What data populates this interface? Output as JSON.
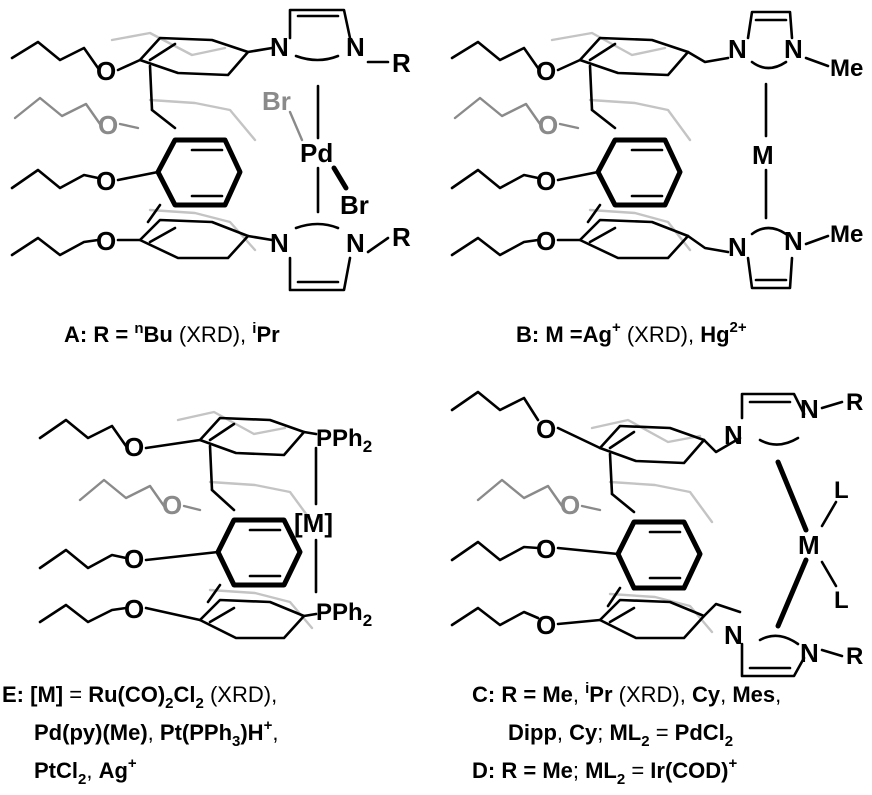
{
  "atoms": {
    "O": "O",
    "N": "N",
    "R": "R",
    "Me": "Me",
    "Br": "Br",
    "Pd": "Pd",
    "M": "M",
    "L": "L",
    "PPh": "PPh",
    "sub2": "2",
    "Mbracket": "[M]"
  },
  "captions": {
    "A": {
      "label": "A:",
      "R_eq": "R = ",
      "n_sup": "n",
      "Bu": "Bu",
      "xrd": " (XRD), ",
      "i_sup": "i",
      "Pr": "Pr"
    },
    "B": {
      "label": "B:",
      "M_eq": "M =",
      "Ag": "Ag",
      "Ag_charge": "+",
      "xrd": " (XRD), ",
      "Hg": "Hg",
      "Hg_charge": "2+"
    },
    "E": {
      "label": "E:",
      "M_part": "[M]",
      "eq": " = ",
      "ru_a": "Ru(CO)",
      "ru_sub": "2",
      "ru_b": "Cl",
      "ru_sub2": "2",
      "xrd": " (XRD),",
      "pd": "Pd(py)(Me)",
      "comma1": ", ",
      "pt_a": "Pt(PPh",
      "pt_sub": "3",
      "pt_b": ")H",
      "pt_charge": "+",
      "comma2": ",",
      "ptcl_a": "PtCl",
      "ptcl_sub": "2",
      "comma3": ", ",
      "ag": "Ag",
      "ag_charge": "+"
    },
    "C": {
      "label": "C:",
      "R_eq": "R = ",
      "Me": "Me",
      "comma1": ", ",
      "i_sup": "i",
      "Pr": "Pr",
      "xrd": " (XRD), ",
      "Cy": "Cy",
      "comma2": ", ",
      "Mes": "Mes",
      "comma3": ",",
      "Dipp": "Dipp",
      "comma4": ", ",
      "Cy2": "Cy",
      "semi": "; ",
      "ML": "ML",
      "ml_sub": "2",
      "eq": " = ",
      "pdcl": "PdCl",
      "pdcl_sub": "2"
    },
    "D": {
      "label": "D:",
      "R_eq": "R = ",
      "Me": "Me",
      "semi": "; ",
      "ML": "ML",
      "ml_sub": "2",
      "eq": " = ",
      "ir": "Ir(COD)",
      "ir_charge": "+"
    }
  }
}
